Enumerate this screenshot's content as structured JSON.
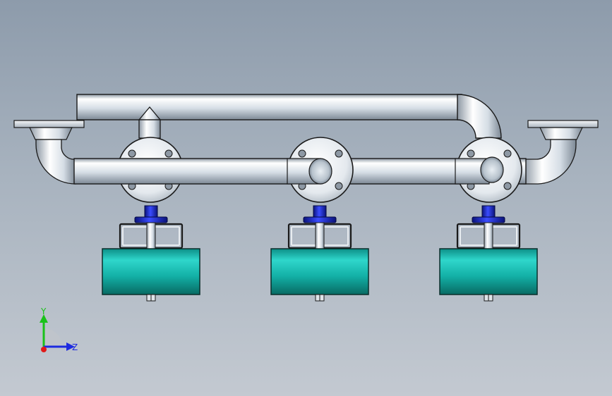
{
  "viewport": {
    "background_top": "#8d9bab",
    "background_bottom": "#c3c9d1"
  },
  "colors": {
    "pipe_light": "#ffffff",
    "pipe_mid": "#c8d2dc",
    "pipe_dark": "#7e8a97",
    "outline": "#1a1a1a",
    "stem_blue": "#1c2fd8",
    "stem_dark": "#0b137a",
    "body_teal_light": "#2fd6cb",
    "body_teal": "#13b0a6",
    "body_teal_dark": "#0a7a72"
  },
  "model": {
    "valve_count": 3,
    "valves": [
      "valve-left",
      "valve-center",
      "valve-right"
    ]
  },
  "triad": {
    "y_label": "Y",
    "z_label": "Z",
    "y_color": "#19c219",
    "z_color": "#1d2be0",
    "x_color": "#e01919"
  }
}
